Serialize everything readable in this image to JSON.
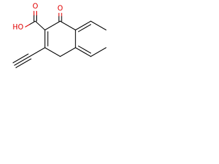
{
  "structure": {
    "atoms": {
      "hydroxyl": "HO",
      "acid_carbonyl_oxygen": "O",
      "ketone_oxygen": "O"
    },
    "colors": {
      "bond": "#000000",
      "oxygen": "#e00000",
      "background": "#ffffff"
    }
  }
}
